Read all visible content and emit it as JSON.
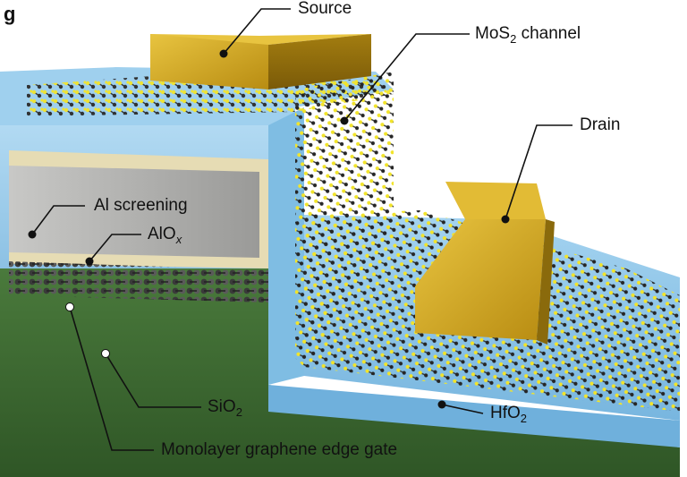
{
  "figure": {
    "panel_label": "g",
    "labels": {
      "source": "Source",
      "mos2_main": "MoS",
      "mos2_sub": "2",
      "mos2_rest": " channel",
      "drain": "Drain",
      "al_screening": "Al screening",
      "alox_main": "AlO",
      "alox_sub": "x",
      "sio2_main": "SiO",
      "sio2_sub": "2",
      "hfo2_main": "HfO",
      "hfo2_sub": "2",
      "graphene": "Monolayer graphene edge gate"
    }
  },
  "colors": {
    "substrate_green": "#3f6a33",
    "hfo2_blue": "#8fc6e8",
    "gold": "#c9a01e",
    "sulfur_yellow": "#f2e42a",
    "molybdenum_dark": "#2b2b2b",
    "alox_tan": "#e6dcb4",
    "al_grey": "#a8a8a8",
    "graphene_grey": "#555555"
  }
}
